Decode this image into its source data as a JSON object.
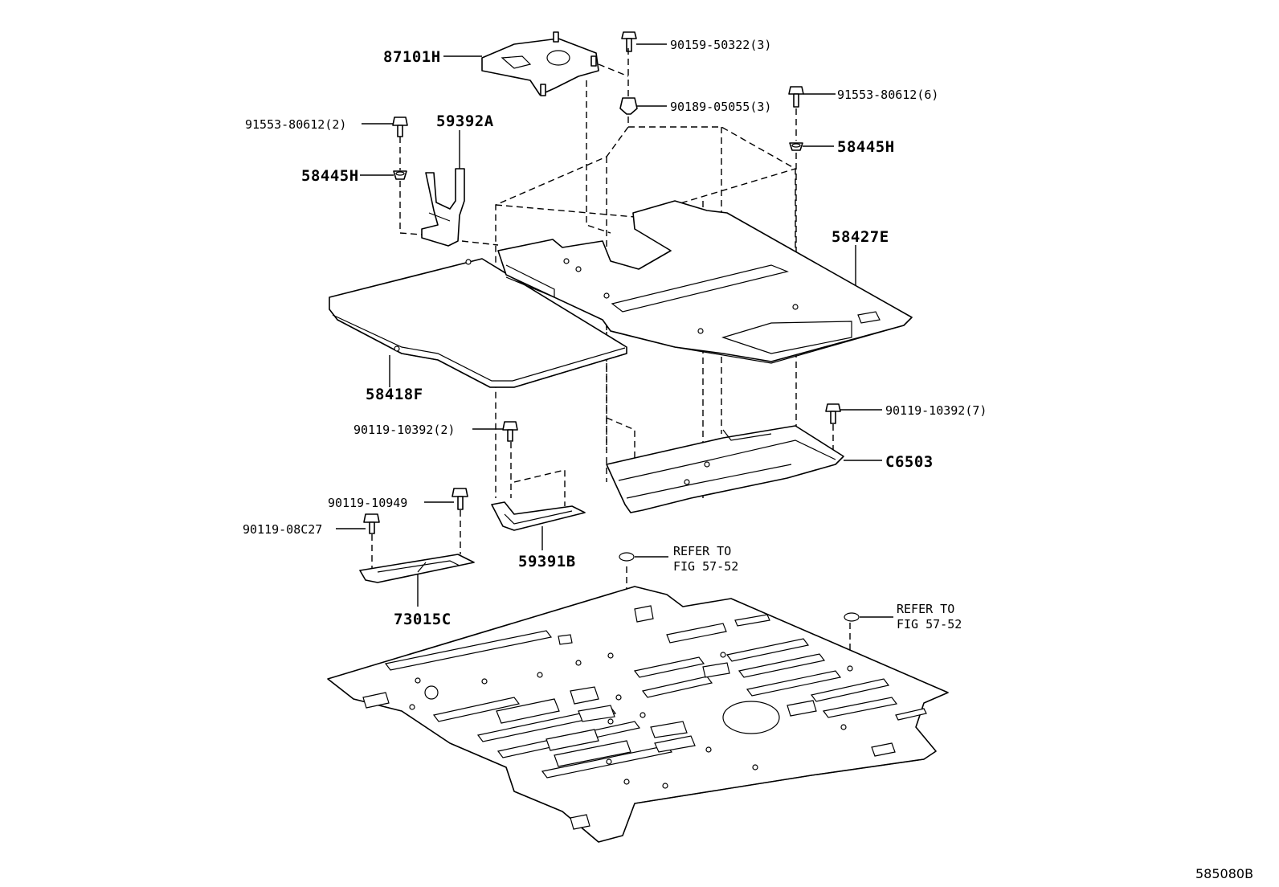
{
  "diagram_id": "585080B",
  "refer_text_line1": "REFER TO",
  "refer_text_line2": "FIG 57-52",
  "labels": {
    "p87101H": "87101H",
    "p90159": "90159-50322(3)",
    "p90189": "90189-05055(3)",
    "p91553_6": "91553-80612(6)",
    "p91553_2": "91553-80612(2)",
    "p59392A": "59392A",
    "p58445H_left": "58445H",
    "p58445H_right": "58445H",
    "p58427E": "58427E",
    "p58418F": "58418F",
    "p90119_10392_2": "90119-10392(2)",
    "p90119_10392_7": "90119-10392(7)",
    "pC6503": "C6503",
    "p90119_10949": "90119-10949",
    "p90119_08C27": "90119-08C27",
    "p59391B": "59391B",
    "p73015C": "73015C"
  }
}
